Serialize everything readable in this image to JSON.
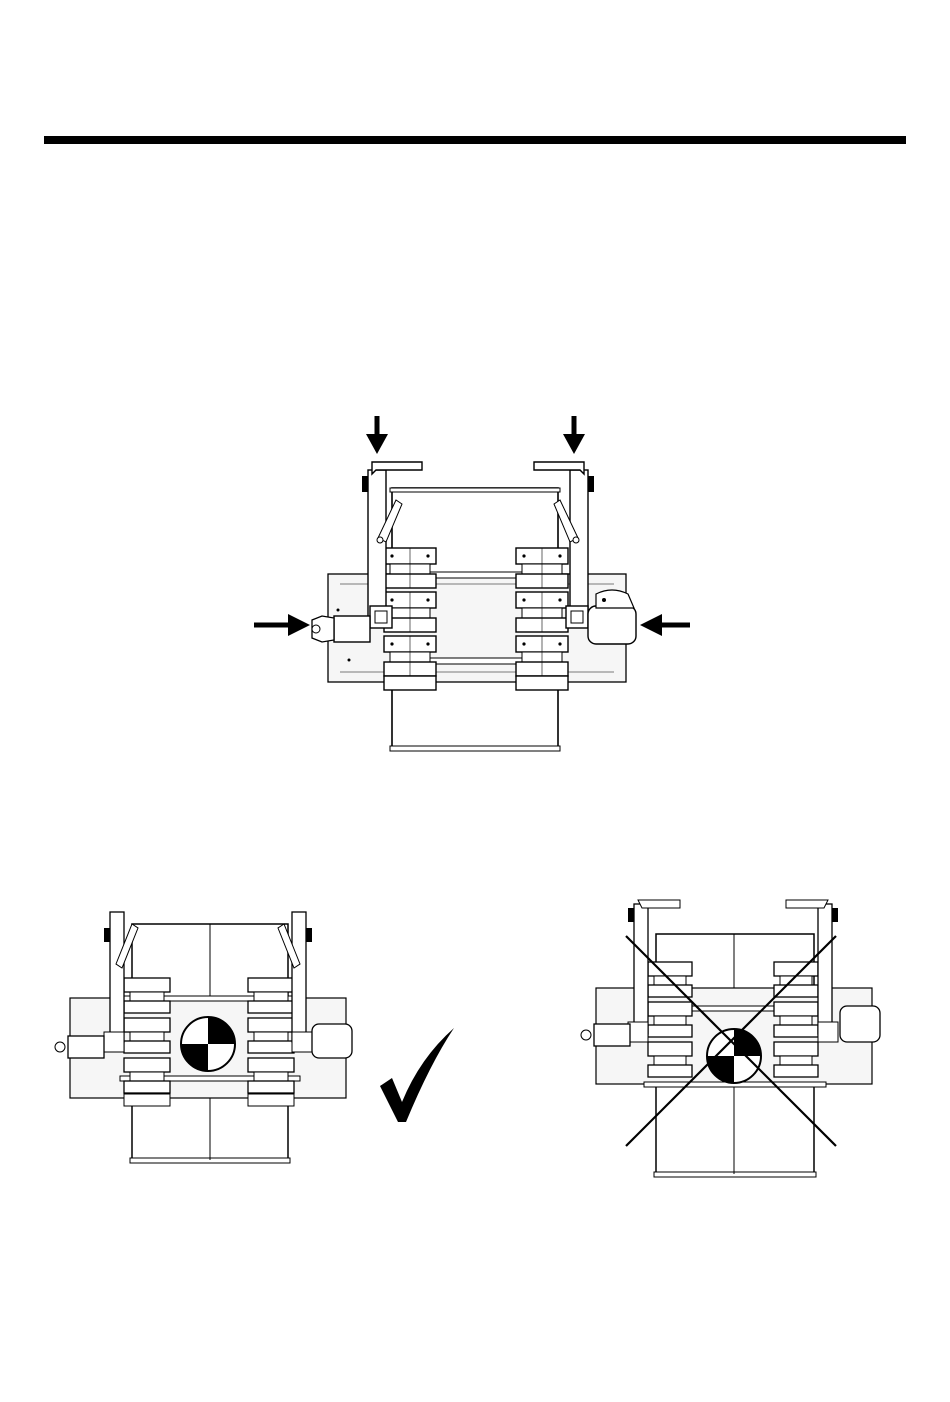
{
  "page": {
    "colors": {
      "ink": "#000000",
      "paper": "#ffffff",
      "steel": "#f2f2f2"
    }
  },
  "figures": {
    "main": {
      "icon": "lift-attachment-drawing",
      "arrows": 4
    },
    "correct": {
      "icon": "balanced-load-drawing",
      "mark": "check-mark-icon"
    },
    "incorrect": {
      "icon": "off-center-load-drawing",
      "mark": "x-cross-icon"
    }
  }
}
